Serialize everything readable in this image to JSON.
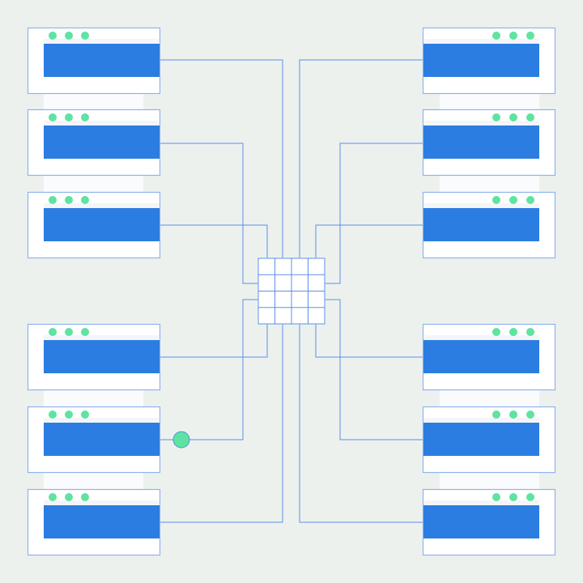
{
  "colors": {
    "background": "#edf1ee",
    "window_border": "#8fb3ee",
    "window_fill": "#ffffff",
    "window_bar": "#2b7de1",
    "window_dot": "#5fe3a1",
    "connector": "#5b8fe8",
    "hub_fill": "#ffffff",
    "node_dot": "#5fe3a1",
    "stack_shadow": "#f4f5f8"
  },
  "diagram": {
    "hub": {
      "rows": 4,
      "cols": 4
    },
    "windows_per_side": 6,
    "dots_per_window": 3
  }
}
